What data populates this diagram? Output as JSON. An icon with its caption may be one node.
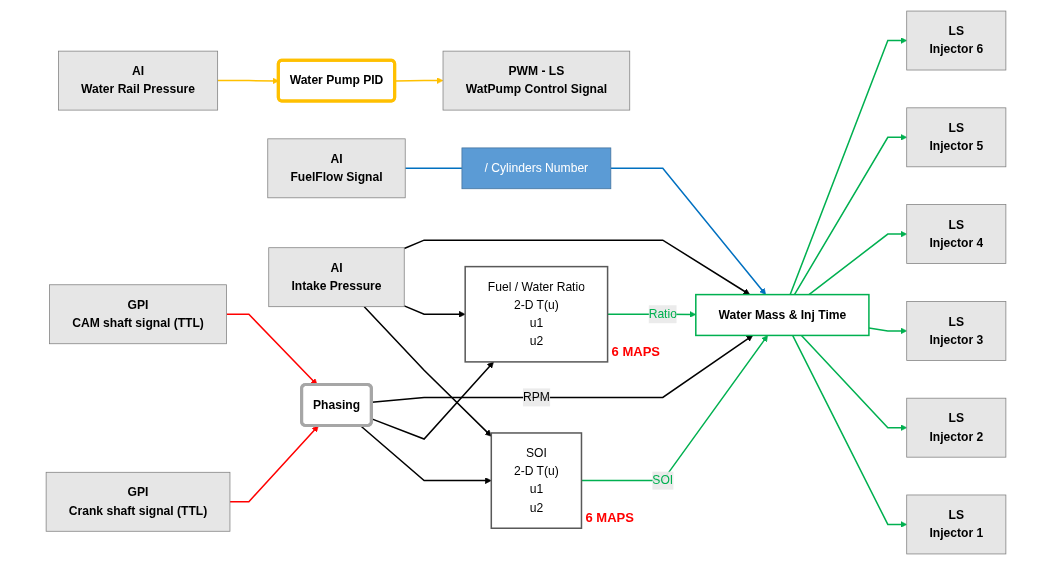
{
  "diagram": {
    "nodes": [
      {
        "text": [
          "GPI",
          "CAM shaft signal (TTL)"
        ]
      },
      {
        "text": [
          "GPI",
          "Crank shaft signal (TTL)"
        ]
      },
      {
        "text": [
          "Phasing"
        ]
      },
      {
        "text": [
          "AI",
          "FuelFlow Signal"
        ]
      },
      {
        "text": [
          "/ Cylinders Number"
        ]
      },
      {
        "text": [
          "AI",
          "Intake Pressure"
        ]
      },
      {
        "text": [
          "AI",
          "Water Rail Pressure"
        ]
      },
      {
        "text": [
          "Water Pump PID"
        ]
      },
      {
        "text": [
          "PWM - LS",
          "WatPump Control Signal"
        ]
      },
      {
        "text": [
          "Fuel / Water Ratio",
          "2-D T(u)",
          "u1",
          "u2"
        ],
        "beside": [
          "6 MAPS"
        ]
      },
      {
        "text": [
          "SOI",
          "2-D T(u)",
          "u1",
          "u2"
        ],
        "beside": [
          "6 MAPS"
        ]
      },
      {
        "text": [
          "Water Mass & Inj Time"
        ]
      },
      {
        "text": [
          "LS",
          "Injector 6"
        ]
      },
      {
        "text": [
          "LS",
          "Injector 5"
        ]
      },
      {
        "text": [
          "LS",
          "Injector 4"
        ]
      },
      {
        "text": [
          "LS",
          "Injector 3"
        ]
      },
      {
        "text": [
          "LS",
          "Injector 2"
        ]
      },
      {
        "text": [
          "LS",
          "Injector 1"
        ]
      }
    ],
    "edges": [
      {
        "from": 0,
        "to": 2,
        "arrow": "to",
        "color": "#ff0000"
      },
      {
        "from": 1,
        "to": 2,
        "arrow": "to",
        "color": "#ff0000"
      },
      {
        "from": 2,
        "to": 11,
        "arrow": "to",
        "label": "RPM",
        "color": "#000000"
      },
      {
        "from": 2,
        "to": 9,
        "arrow": "to",
        "color": "#000000"
      },
      {
        "from": 2,
        "to": 10,
        "arrow": "to",
        "color": "#000000"
      },
      {
        "from": 3,
        "to": 4,
        "arrow": "none",
        "color": "#0070c0"
      },
      {
        "from": 4,
        "to": 11,
        "arrow": "to",
        "color": "#0070c0"
      },
      {
        "from": 5,
        "to": 11,
        "arrow": "to",
        "color": "#000000"
      },
      {
        "from": 5,
        "to": 9,
        "arrow": "to",
        "color": "#000000"
      },
      {
        "from": 5,
        "to": 10,
        "arrow": "to",
        "color": "#000000"
      },
      {
        "from": 6,
        "to": 7,
        "arrow": "to",
        "color": "#ffc000"
      },
      {
        "from": 7,
        "to": 8,
        "arrow": "to",
        "color": "#ffc000"
      },
      {
        "from": 9,
        "to": 11,
        "arrow": "to",
        "label": "Ratio"
      },
      {
        "from": 10,
        "to": 11,
        "arrow": "to",
        "label": "SOI"
      },
      {
        "from": 11,
        "to": 12,
        "arrow": "to"
      },
      {
        "from": 11,
        "to": 13,
        "arrow": "to"
      },
      {
        "from": 11,
        "to": 14,
        "arrow": "to"
      },
      {
        "from": 11,
        "to": 15,
        "arrow": "to"
      },
      {
        "from": 11,
        "to": 16,
        "arrow": "to"
      },
      {
        "from": 11,
        "to": 17,
        "arrow": "to"
      }
    ]
  }
}
